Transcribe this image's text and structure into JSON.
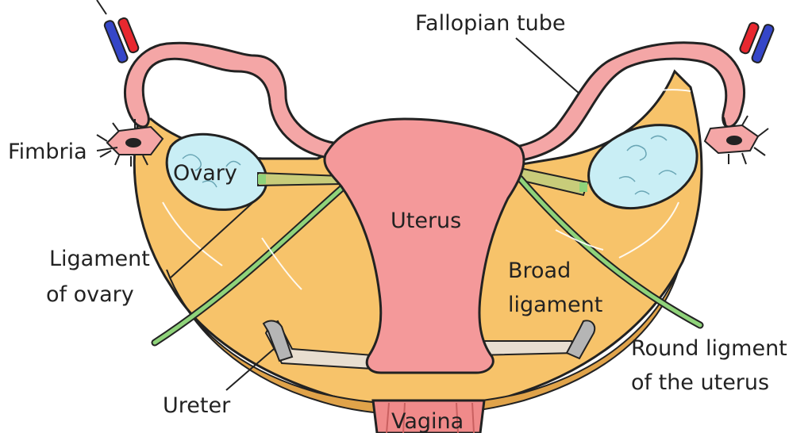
{
  "labels": {
    "fallopian_tube": "Fallopian tube",
    "fimbria": "Fimbria",
    "ovary": "Ovary",
    "uterus": "Uterus",
    "ligament_of_ovary_line1": "Ligament",
    "ligament_of_ovary_line2": "of ovary",
    "broad_ligament_line1": "Broad",
    "broad_ligament_line2": "ligament",
    "round_ligament_line1": "Round ligment",
    "round_ligament_line2": "of the  uterus",
    "ureter": "Ureter",
    "vagina": "Vagina"
  },
  "colors": {
    "broad_ligament": "#f7c36a",
    "uterus": "#f4999a",
    "fallopian_tube": "#f4a6a6",
    "ovary": "#c9eef5",
    "round_ligament": "#8fd37a",
    "ligament_of_ovary": "#c8cc7a",
    "ureter": "#b5b5b5",
    "artery": "#e8282f",
    "vein": "#3546c8",
    "outline": "#222222"
  }
}
